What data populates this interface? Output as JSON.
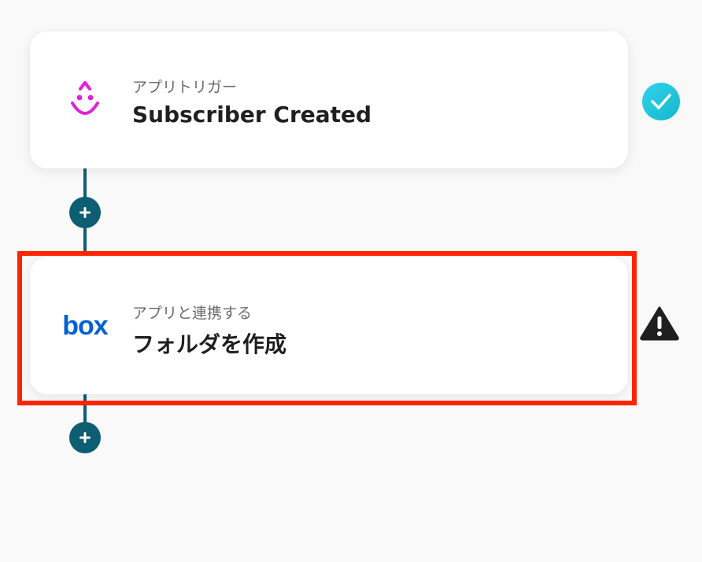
{
  "flow": {
    "steps": [
      {
        "app_logo": "drip-smile-logo",
        "type_label": "アプリトリガー",
        "action_title": "Subscriber Created",
        "status_icon": "check-circle-icon",
        "status_color": "#19c3d9"
      },
      {
        "app_logo": "box-logo",
        "logo_text": "box",
        "logo_color": "#0061d5",
        "type_label": "アプリと連携する",
        "action_title": "フォルダを作成",
        "status_icon": "warning-icon",
        "status_color": "#1f1f1f",
        "highlighted": true,
        "highlight_color": "#ff2400"
      }
    ],
    "add_button_icon": "plus-icon",
    "connector_color": "#0e5e73"
  }
}
